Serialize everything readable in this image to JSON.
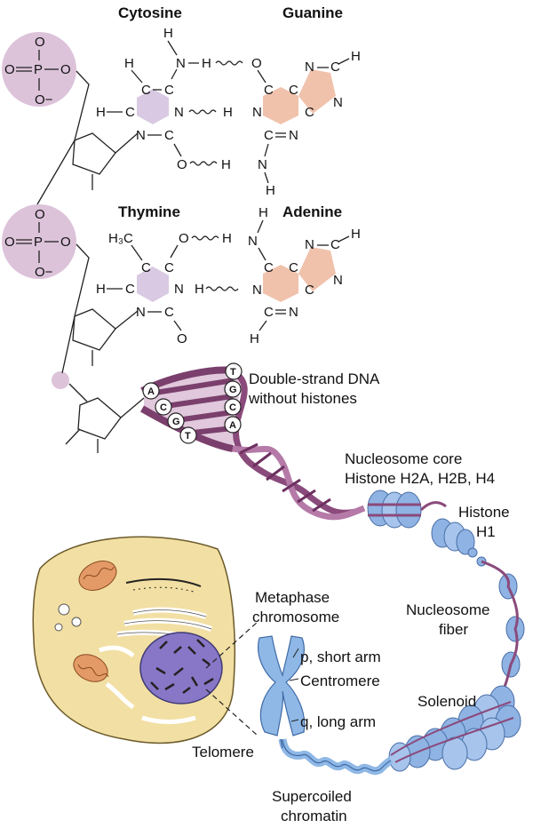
{
  "bases": {
    "cytosine": "Cytosine",
    "guanine": "Guanine",
    "thymine": "Thymine",
    "adenine": "Adenine"
  },
  "phosphate": {
    "o": "O",
    "p": "P",
    "o_minus": "O−"
  },
  "atoms": {
    "h": "H",
    "n": "N",
    "c": "C",
    "o": "O",
    "ch3": "H₃C"
  },
  "dna_letters": {
    "left": [
      "A",
      "C",
      "G",
      "T"
    ],
    "right": [
      "T",
      "G",
      "C",
      "A"
    ]
  },
  "labels": {
    "double_strand_line1": "Double-strand DNA",
    "double_strand_line2": "without histones",
    "nucleosome_core_line1": "Nucleosome core",
    "nucleosome_core_line2": "Histone H2A, H2B, H4",
    "histone_h1_line1": "Histone",
    "histone_h1_line2": "H1",
    "nucleosome_fiber_line1": "Nucleosome",
    "nucleosome_fiber_line2": "fiber",
    "metaphase_line1": "Metaphase",
    "metaphase_line2": "chromosome",
    "p_arm": "p, short arm",
    "centromere": "Centromere",
    "q_arm": "q, long arm",
    "solenoid": "Solenoid",
    "telomere": "Telomere",
    "supercoiled_line1": "Supercoiled",
    "supercoiled_line2": "chromatin"
  },
  "colors": {
    "phosphate": "#dcc3da",
    "pyrimidine": "#d9c9e2",
    "purine": "#f0c2ac",
    "dna": "#8a4a7b",
    "histone": "#8fb3e3",
    "chromosome": "#8fb8e6",
    "cell": "#f2dfa3",
    "nucleus": "#8877c7",
    "mitochondrion": "#e39a66"
  }
}
